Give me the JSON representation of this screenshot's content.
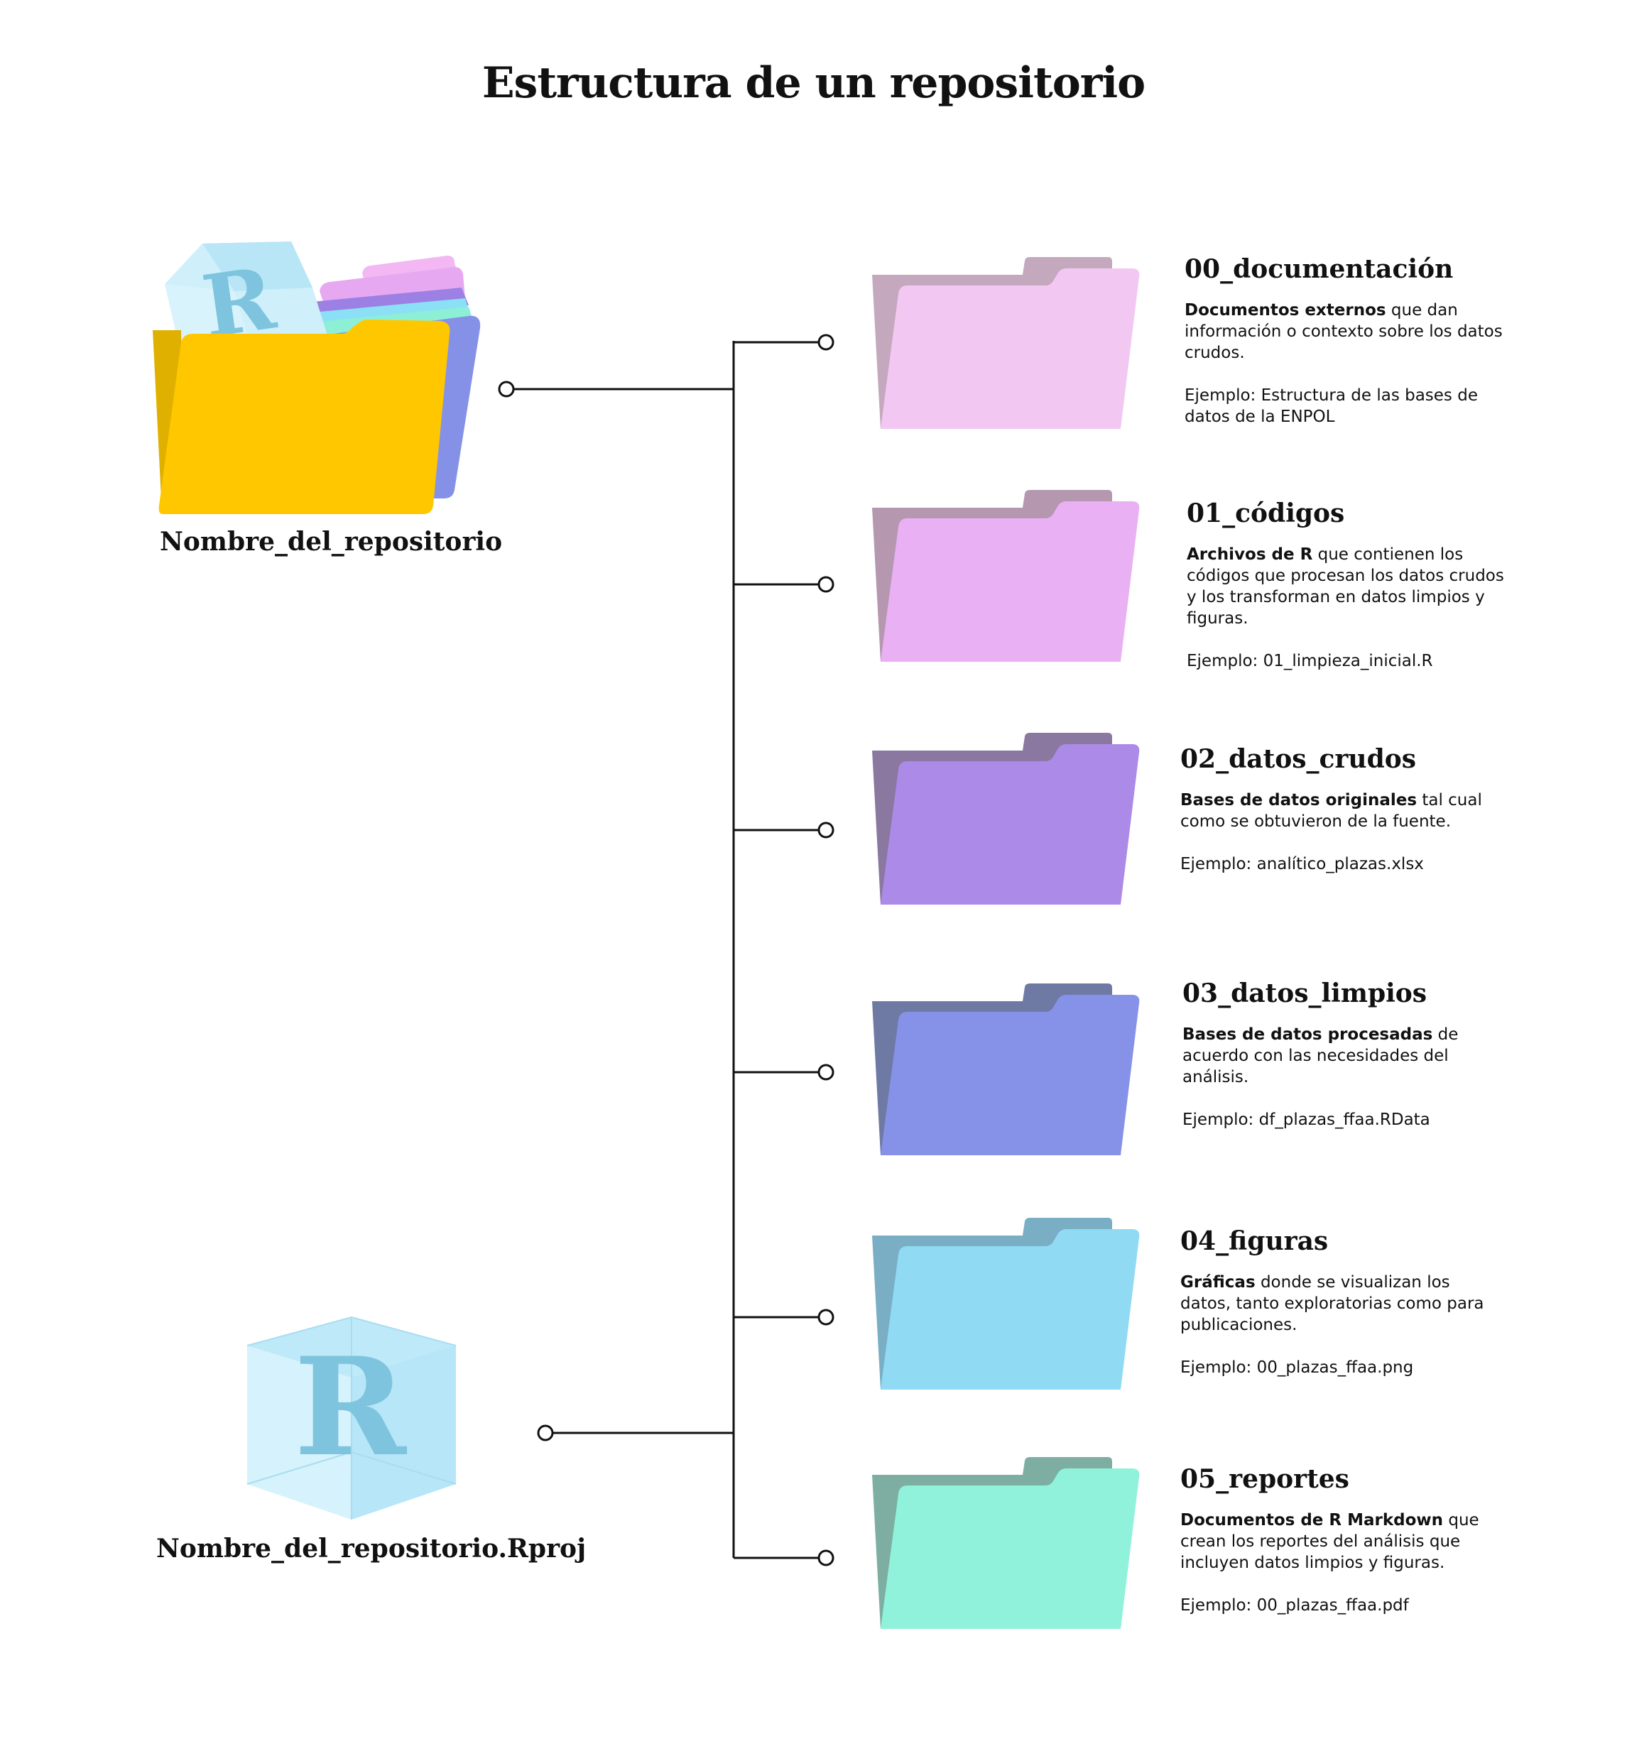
{
  "title": "Estructura de un repositorio",
  "root": {
    "folder_label": "Nombre_del_repositorio",
    "project_label": "Nombre_del_repositorio.Rproj",
    "logo_letter": "R",
    "folder_color": "#FFC700",
    "folder_back_color": "#E0B000",
    "icon_color": "#7EC4DE"
  },
  "folders": [
    {
      "name": "00_documentación",
      "bold": "Documentos externos",
      "text": " que dan información o contexto sobre los datos crudos.",
      "example": "Ejemplo: Estructura de las bases de datos de la ENPOL",
      "front_color": "#F2C8F2",
      "back_color": "#C4A8BE"
    },
    {
      "name": "01_códigos",
      "bold": "Archivos de R",
      "text": " que contienen los códigos que procesan los datos crudos y los transforman en datos limpios y figuras.",
      "example": "Ejemplo: 01_limpieza_inicial.R",
      "front_color": "#EAB0F4",
      "back_color": "#B597B0"
    },
    {
      "name": "02_datos_crudos",
      "bold": "Bases de datos originales",
      "text": " tal cual como se obtuvieron de la fuente.",
      "example": "Ejemplo: analítico_plazas.xlsx",
      "front_color": "#AC8AE8",
      "back_color": "#8A78A0"
    },
    {
      "name": "03_datos_limpios",
      "bold": "Bases de datos procesadas",
      "text": " de acuerdo con las necesidades del análisis.",
      "example": "Ejemplo: df_plazas_ffaa.RData",
      "front_color": "#8592E8",
      "back_color": "#6E7AA4"
    },
    {
      "name": "04_figuras",
      "bold": "Gráficas",
      "text": " donde se visualizan los datos, tanto exploratorias como para publicaciones.",
      "example": "Ejemplo: 00_plazas_ffaa.png",
      "front_color": "#90DAF4",
      "back_color": "#7AAEC4"
    },
    {
      "name": "05_reportes",
      "bold": "Documentos de R Markdown",
      "text": " que crean los reportes del análisis que incluyen datos limpios y figuras.",
      "example": "Ejemplo: 00_plazas_ffaa.pdf",
      "front_color": "#90F2DA",
      "back_color": "#7EAEA2"
    }
  ]
}
